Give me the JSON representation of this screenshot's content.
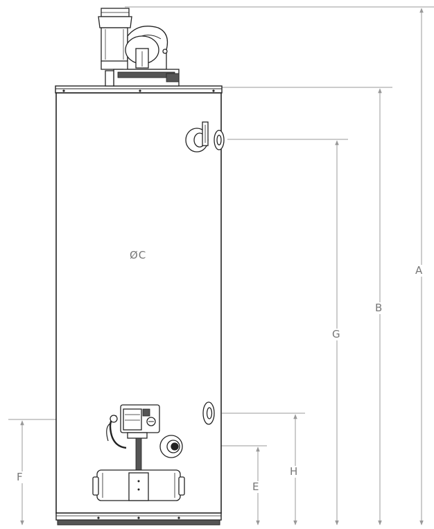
{
  "dimension_labels": {
    "a": "A",
    "b": "B",
    "c": "ØC",
    "e": "E",
    "f": "F",
    "g": "G",
    "h": "H"
  },
  "colors": {
    "outline": "#222222",
    "dimension_line": "#999999",
    "label_text": "#777777",
    "fill_dark": "#555555",
    "background": "#ffffff"
  }
}
